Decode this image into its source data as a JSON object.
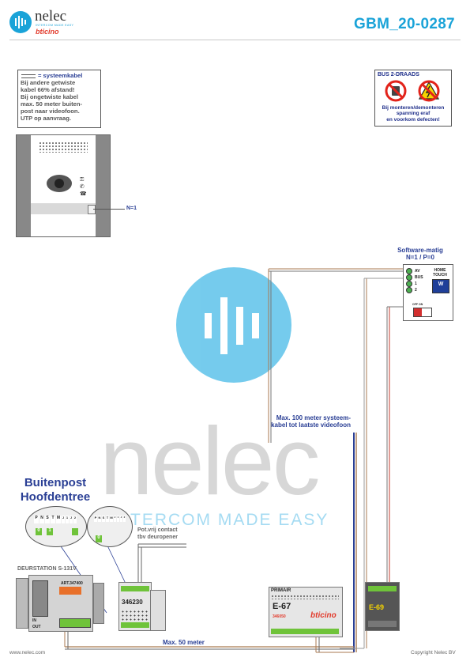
{
  "header": {
    "brand": "nelec",
    "tagline": "INTERCOM MADE EASY",
    "partner": "bticino",
    "doc_id": "GBM_20-0287"
  },
  "note": {
    "legend": "= systeemkabel",
    "lines": [
      "Bij andere getwiste",
      "kabel 66% afstand!",
      "Bij ongetwiste kabel",
      "max. 50 meter buiten-",
      "post naar videofoon.",
      "UTP op aanvraag."
    ]
  },
  "warning": {
    "title": "BUS 2-DRAADS",
    "lines": [
      "Bij monteren/demonteren",
      "spanning eraf",
      "en voorkom defecten!"
    ]
  },
  "panel": {
    "n_label": "N=1"
  },
  "software": {
    "line1": "Software-matig",
    "line2": "N=1 / P=0"
  },
  "home_touch": {
    "label1": "HOME",
    "label2": "TOUCH",
    "terminals": [
      "AV",
      "BUS",
      "1",
      "2"
    ],
    "w_label": "W",
    "switch_label": "OFF ON"
  },
  "cable_note": {
    "line1": "Max. 100 meter systeem-",
    "line2": "kabel tot laatste videofoon"
  },
  "watermark": {
    "brand": "nelec",
    "tagline": "INTERCOM MADE EASY"
  },
  "buitenpost": {
    "line1": "Buitenpost",
    "line2": "Hoofdentree"
  },
  "detail_left": {
    "headers": [
      "P",
      "N",
      "S",
      "T",
      "M",
      "J",
      "1",
      "J",
      "2"
    ],
    "values": [
      "0",
      "1"
    ]
  },
  "detail_right": {
    "headers": [
      "P",
      "N",
      "S",
      "T",
      "M",
      "J",
      "1",
      "J",
      "2"
    ],
    "values": [
      "0"
    ]
  },
  "door_contact": {
    "line1": "Pot.vrij contact",
    "line2": "tbv deuropener"
  },
  "deurstation": {
    "title": "DEURSTATION S-131V",
    "art": "ART.347400",
    "in": "IN",
    "out": "OUT"
  },
  "module_346230": {
    "code": "346230"
  },
  "primair": {
    "title": "PRIMAIR",
    "model": "E-67",
    "code": "346050",
    "brand": "bticino"
  },
  "e69": {
    "model": "E-69"
  },
  "distance_note": "Max. 50 meter",
  "footer": {
    "left": "www.nelec.com",
    "right": "Copyright Nelec BV"
  }
}
